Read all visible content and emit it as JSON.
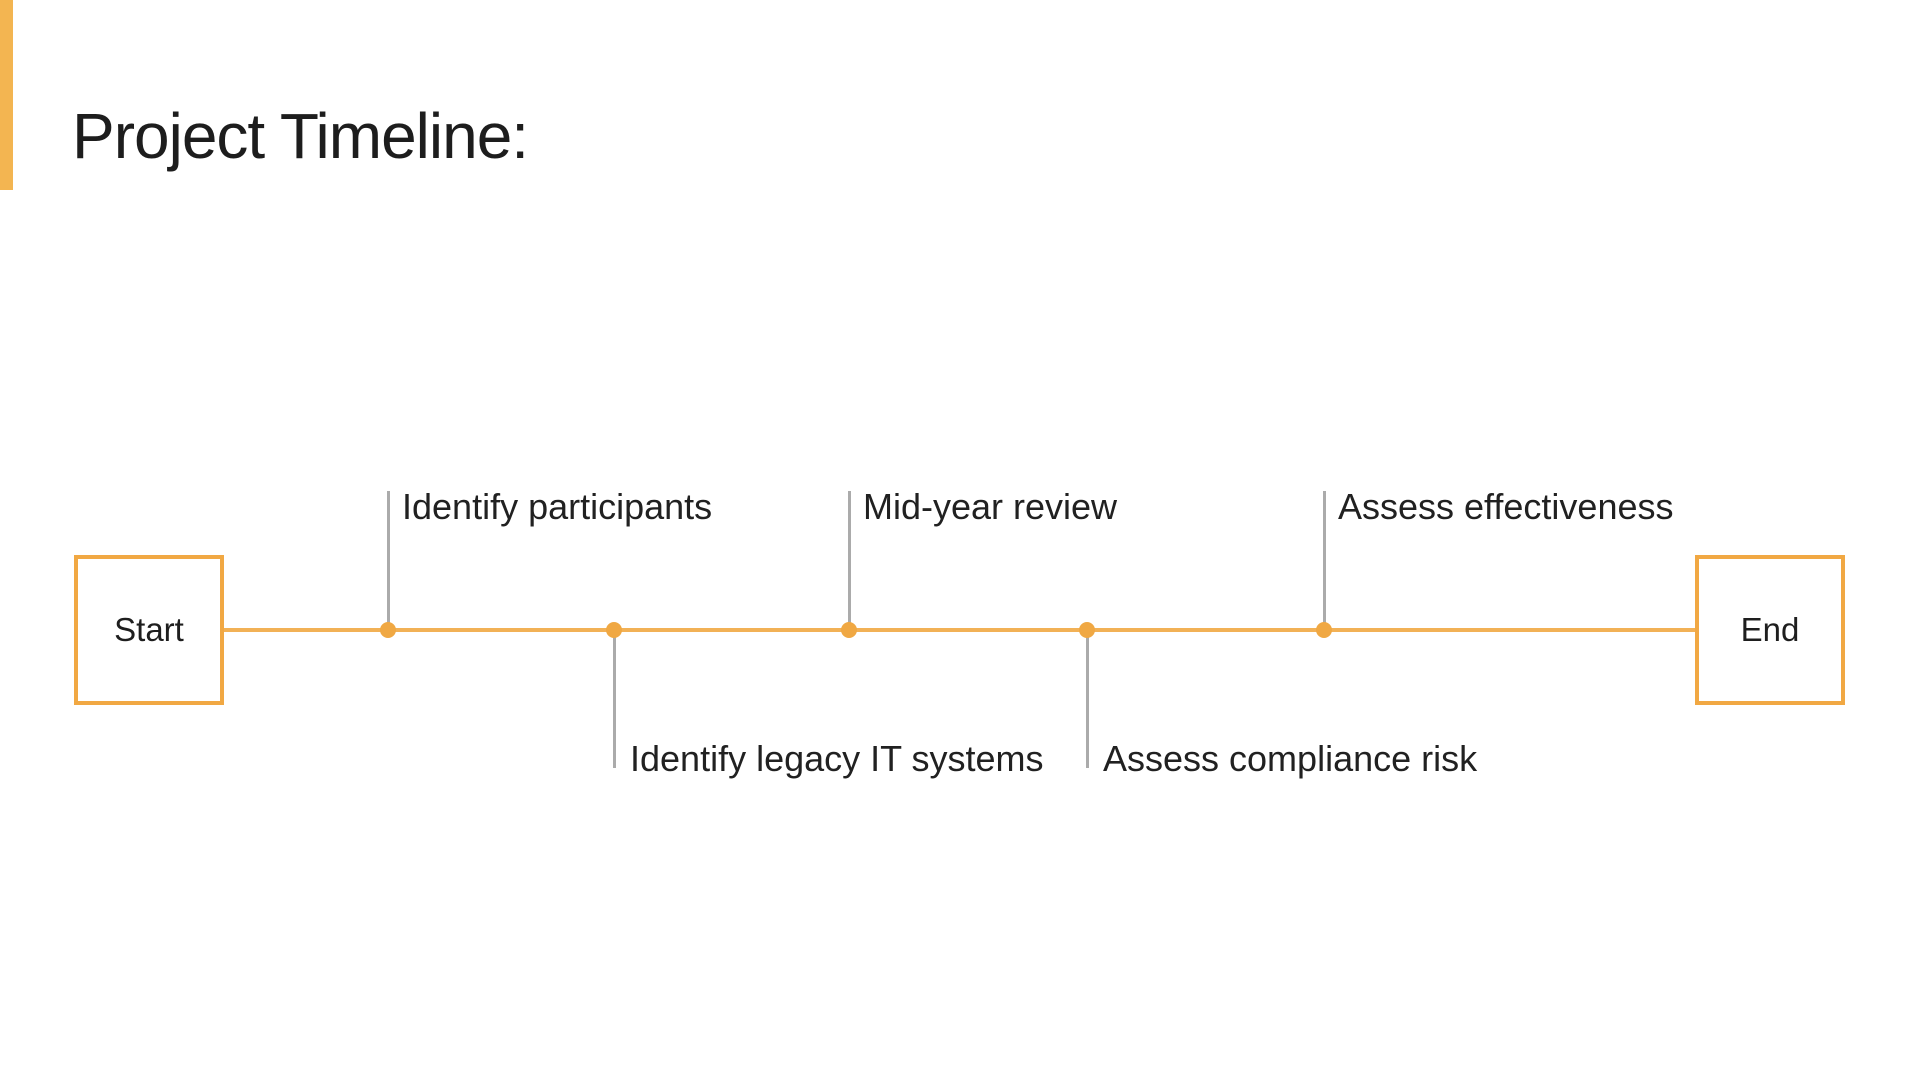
{
  "slide": {
    "title": "Project Timeline:",
    "accent_color": "#F3B551",
    "line_color": "#F2B156",
    "dot_color": "#F0A843",
    "stem_color": "#ABABAB",
    "text_color": "#1d1d1d",
    "background_color": "#ffffff"
  },
  "timeline": {
    "start_label": "Start",
    "end_label": "End",
    "milestones": [
      {
        "label": "Identify participants",
        "position": "above"
      },
      {
        "label": "Identify legacy IT systems",
        "position": "below"
      },
      {
        "label": "Mid-year review",
        "position": "above"
      },
      {
        "label": "Assess compliance risk",
        "position": "below"
      },
      {
        "label": "Assess effectiveness",
        "position": "above"
      }
    ]
  }
}
